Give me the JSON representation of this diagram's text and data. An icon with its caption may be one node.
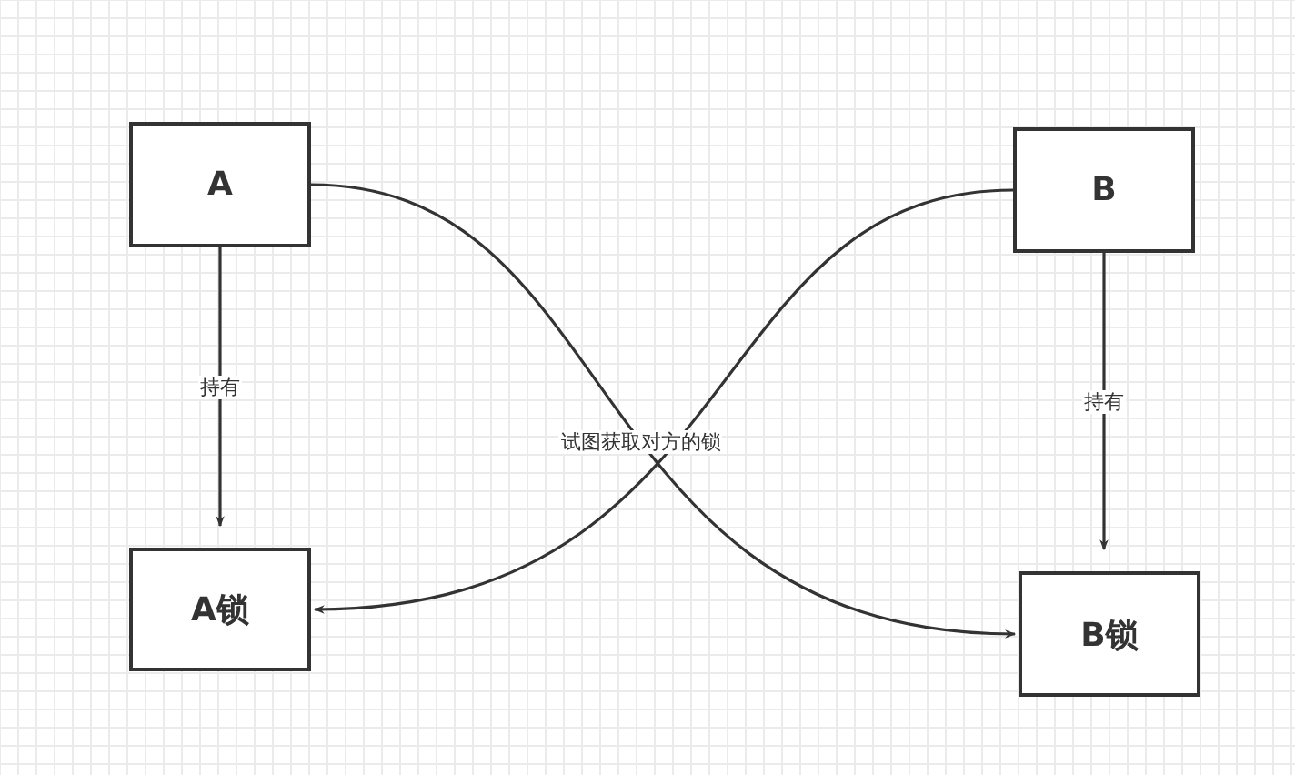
{
  "diagram": {
    "nodes": [
      {
        "text": [
          "A"
        ]
      },
      {
        "text": [
          "B"
        ]
      },
      {
        "text": [
          "A锁"
        ]
      },
      {
        "text": [
          "B锁"
        ]
      }
    ],
    "edges": [
      {
        "from": 0,
        "to": 2,
        "arrow": "to",
        "label": "持有"
      },
      {
        "from": 1,
        "to": 3,
        "arrow": "to",
        "label": "持有"
      },
      {
        "from": 0,
        "to": 3,
        "arrow": "to",
        "label": "试图获取对方的锁"
      },
      {
        "from": 1,
        "to": 2,
        "arrow": "to"
      }
    ]
  }
}
